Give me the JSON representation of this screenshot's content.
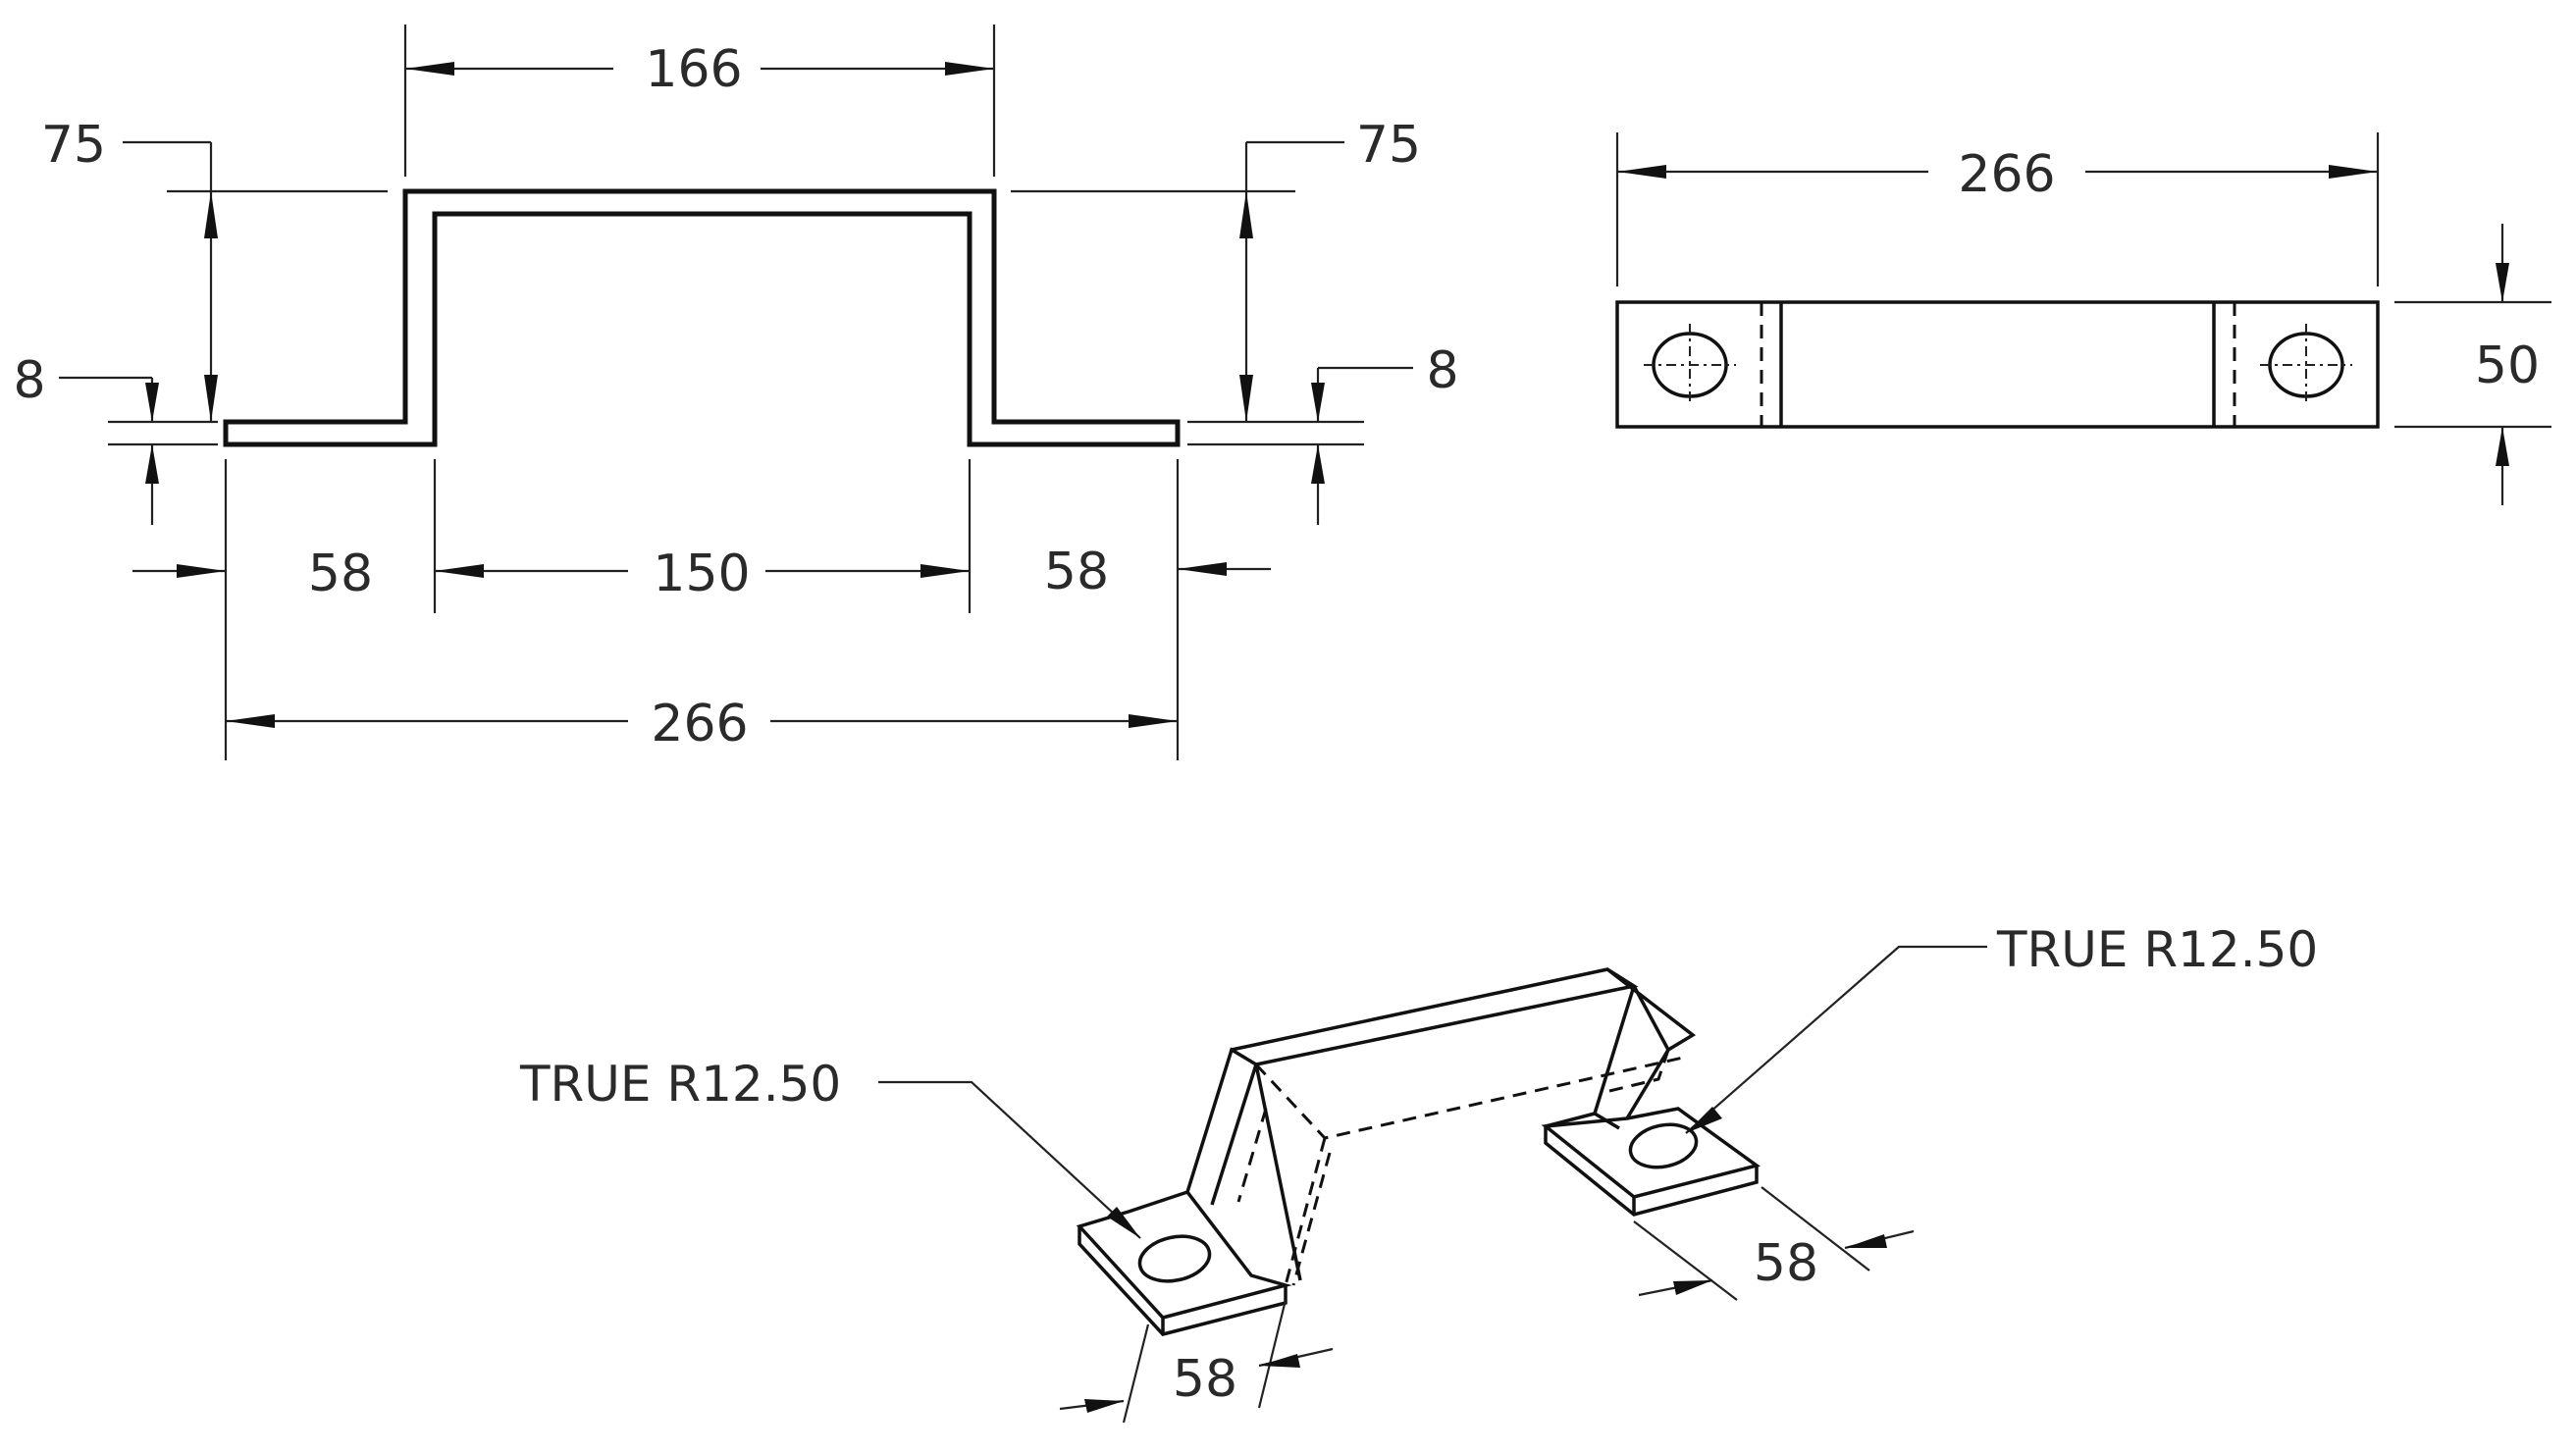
{
  "front_view": {
    "dims": {
      "top_width": "166",
      "left_height": "75",
      "right_height": "75",
      "left_thickness": "8",
      "right_thickness": "8",
      "left_flange": "58",
      "inner_width": "150",
      "right_flange": "58",
      "overall_length": "266"
    }
  },
  "top_view": {
    "dims": {
      "overall_length": "266",
      "width": "50"
    }
  },
  "iso_view": {
    "notes": {
      "left_hole": "TRUE R12.50",
      "right_hole": "TRUE R12.50"
    },
    "dims": {
      "left_flange": "58",
      "right_flange": "58"
    }
  },
  "colors": {
    "line": "#111111",
    "text": "#2a2a2a",
    "background": "#ffffff"
  }
}
